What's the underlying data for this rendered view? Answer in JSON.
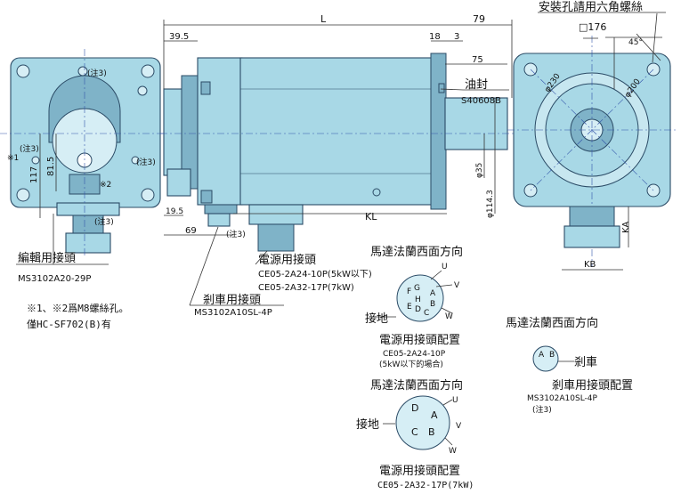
{
  "dims": {
    "L": "L",
    "d79": "79",
    "d39_5": "39.5",
    "d18": "18",
    "d3": "3",
    "d75": "75",
    "KL": "KL",
    "d19_5": "19.5",
    "d69": "69",
    "d117": "117",
    "d81_5": "81.5",
    "d176": "□176",
    "deg45": "45°",
    "d230": "φ230",
    "d200": "φ200",
    "KA": "KA",
    "KB": "KB",
    "shaft_diameter": "φ35",
    "spigot_diameter": "φ114.3"
  },
  "labels": {
    "oil_seal": "油封",
    "oil_seal_code": "S40608B",
    "note3": "(注3)",
    "mark1": "※1",
    "mark2": "※2",
    "encoder_connector": "編輯用接頭",
    "encoder_code": "MS3102A20-29P",
    "note_mount": "※1、※2爲M8螺絲孔。",
    "note_model": "僅HC-SF702(B)有",
    "power_connector": "電源用接頭",
    "power_code_5kw": "CE05-2A24-10P(5kW以下)",
    "power_code_7kw": "CE05-2A32-17P(7kW)",
    "brake_connector": "剎車用接頭",
    "brake_code": "MS3102A10SL-4P",
    "mount_hole": "安裝孔請用六角螺絲",
    "flange_direction": "馬達法蘭西面方向",
    "ground": "接地",
    "power_layout": "電源用接頭配置",
    "power_code_5kw_short": "CE05-2A24-10P",
    "under_5kw": "(5kW以下的場合)",
    "power_code_7kw_short": "CE05-2A32-17P(7kW)",
    "brake": "剎車",
    "brake_layout": "剎車用接頭配置"
  },
  "pins": {
    "A": "A",
    "B": "B",
    "C": "C",
    "D": "D",
    "E": "E",
    "F": "F",
    "G": "G",
    "H": "H",
    "U": "U",
    "V": "V",
    "W": "W"
  }
}
